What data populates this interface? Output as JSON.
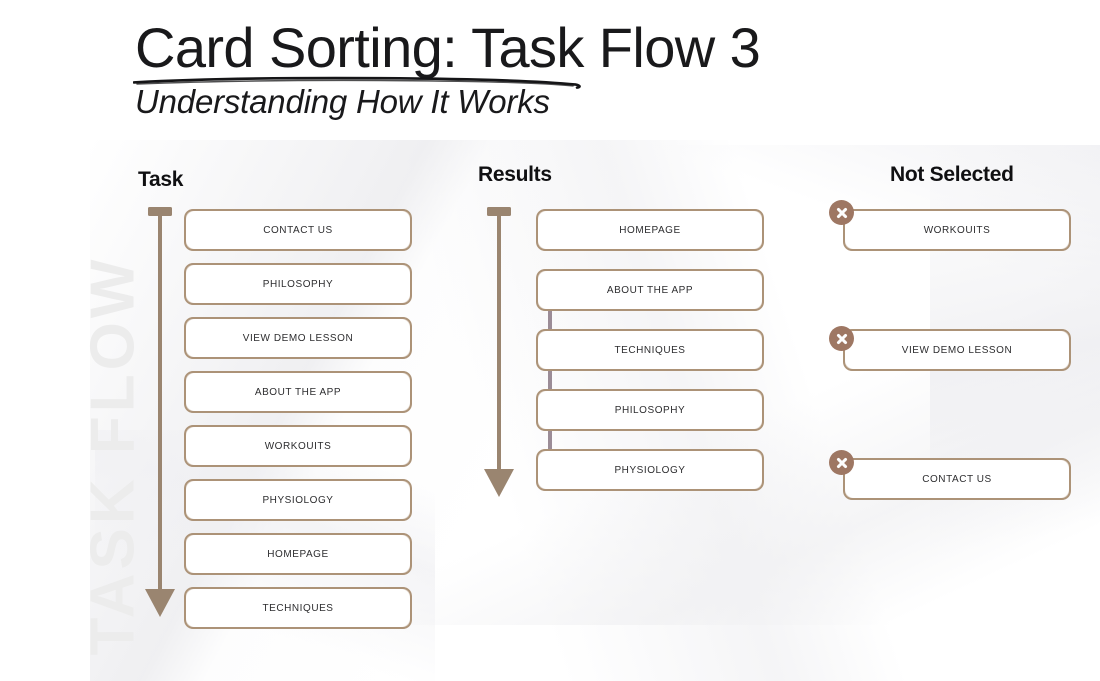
{
  "title": {
    "main": "Card Sorting: Task Flow 3",
    "subtitle": "Understanding How It Works"
  },
  "watermark": "TASK FLOW",
  "colors": {
    "card_border": "#a68a6d",
    "order_arrow": "#9a8570",
    "branch": "#8b7c87",
    "reject_badge": "#9e7763",
    "heading_text": "#101012",
    "card_text": "#2d2d2f",
    "watermark": "#ececec",
    "background": "#ffffff"
  },
  "columns": [
    {
      "id": "task",
      "heading": "Task",
      "has_order_arrow": true,
      "cards": [
        {
          "label": "CONTACT US"
        },
        {
          "label": "PHILOSOPHY"
        },
        {
          "label": "VIEW DEMO LESSON"
        },
        {
          "label": "ABOUT THE APP"
        },
        {
          "label": "WORKOUITS"
        },
        {
          "label": "PHYSIOLOGY"
        },
        {
          "label": "HOMEPAGE"
        },
        {
          "label": "TECHNIQUES"
        }
      ]
    },
    {
      "id": "results",
      "heading": "Results",
      "has_order_arrow": true,
      "cards": [
        {
          "label": "HOMEPAGE",
          "marker": "none"
        },
        {
          "label": "ABOUT THE APP",
          "marker": "branch-node"
        },
        {
          "label": "TECHNIQUES",
          "marker": "branch-arrow"
        },
        {
          "label": "PHILOSOPHY",
          "marker": "branch-arrow"
        },
        {
          "label": "PHYSIOLOGY",
          "marker": "branch-arrow"
        }
      ]
    },
    {
      "id": "not-selected",
      "heading": "Not Selected",
      "has_order_arrow": false,
      "cards": [
        {
          "label": "WORKOUITS",
          "marker": "reject"
        },
        {
          "label": "VIEW DEMO LESSON",
          "marker": "reject"
        },
        {
          "label": "CONTACT US",
          "marker": "reject"
        }
      ]
    }
  ],
  "icons": {
    "order_arrow": "down-arrow-icon",
    "branch_node": "branch-node-icon",
    "branch_arrow": "branch-arrow-icon",
    "reject": "x-circle-icon"
  }
}
